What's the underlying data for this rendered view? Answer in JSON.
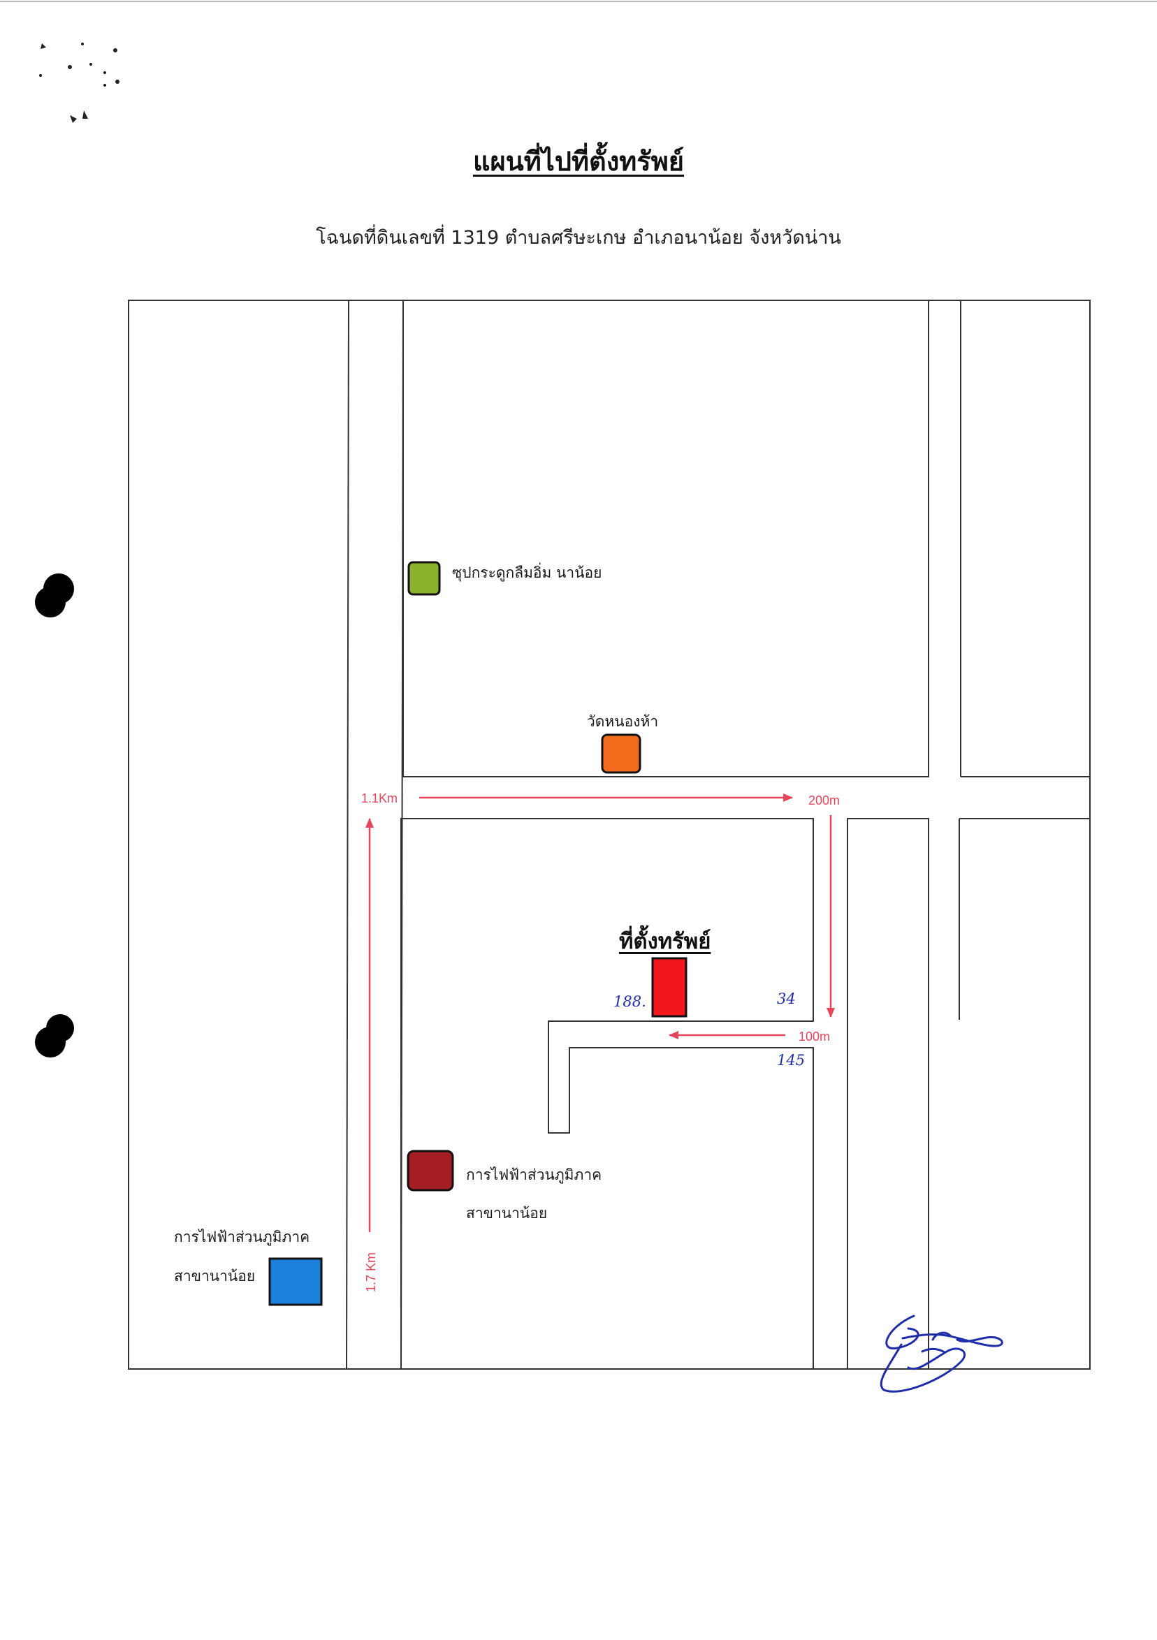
{
  "document": {
    "title": "แผนที่ไปที่ตั้งทรัพย์",
    "subtitle": "โฉนดที่ดินเลขที่ 1319 ตำบลศรีษะเกษ อำเภอนาน้อย จังหวัดน่าน"
  },
  "landmarks": [
    {
      "id": "soup",
      "label": "ซุปกระดูกลืมอิ่ม นาน้อย",
      "color": "#8db32d"
    },
    {
      "id": "temple",
      "label": "วัดหนองห้า",
      "color": "#f26a1b"
    },
    {
      "id": "pea-inner",
      "line1": "การไฟฟ้าส่วนภูมิภาค",
      "line2": "สาขานาน้อย",
      "color": "#a41d22"
    },
    {
      "id": "pea-outer",
      "line1": "การไฟฟ้าส่วนภูมิภาค",
      "line2": "สาขานาน้อย",
      "color": "#1b80dc"
    }
  ],
  "property": {
    "label": "ที่ตั้งทรัพย์",
    "color": "#f2161c"
  },
  "distances": {
    "north_road": "1.1Km",
    "east_road": "200m",
    "lane": "100m",
    "west_road": "1.7 Km"
  },
  "annotations": {
    "left_of_property": "188.",
    "right_of_property": "34",
    "below_lane": "145"
  },
  "colors": {
    "route_arrow": "#e8445a",
    "handwriting": "#1f2ea8",
    "road_outline": "#333333"
  }
}
